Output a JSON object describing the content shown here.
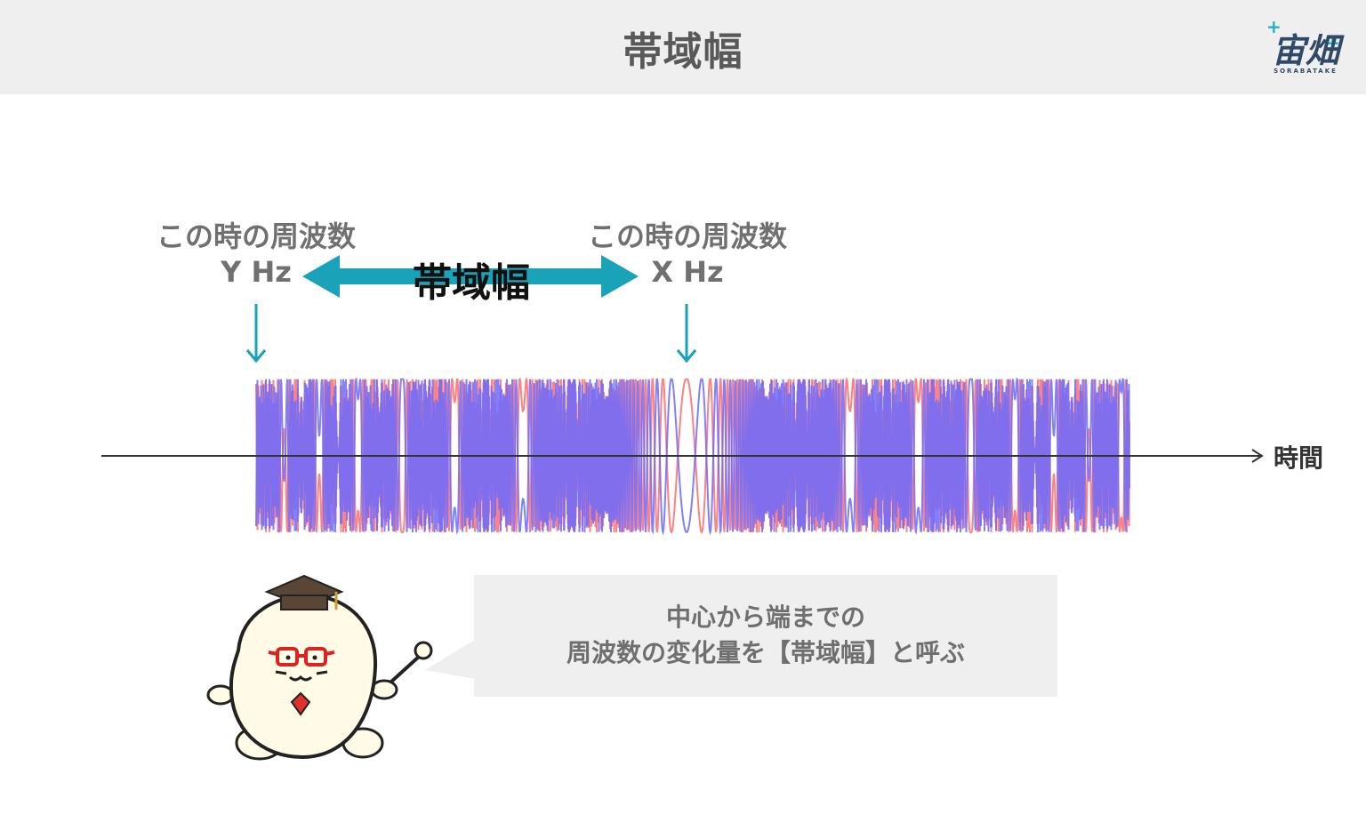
{
  "header": {
    "title": "帯域幅"
  },
  "logo": {
    "text": "宙畑",
    "subtext": "SORABATAKE"
  },
  "diagram": {
    "left_label": {
      "line1": "この時の周波数",
      "line2": "Y Hz"
    },
    "right_label": {
      "line1": "この時の周波数",
      "line2": "X Hz"
    },
    "bandwidth_label": "帯域幅",
    "axis_label": "時間"
  },
  "speech": {
    "line1": "中心から端までの",
    "line2": "周波数の変化量を【帯域幅】と呼ぶ"
  },
  "colors": {
    "header_bg": "#efefef",
    "accent_teal": "#1aa2b8",
    "wave_red": "#ff6b6b",
    "wave_blue": "#6b6bff",
    "bubble_bg": "#efefef"
  }
}
